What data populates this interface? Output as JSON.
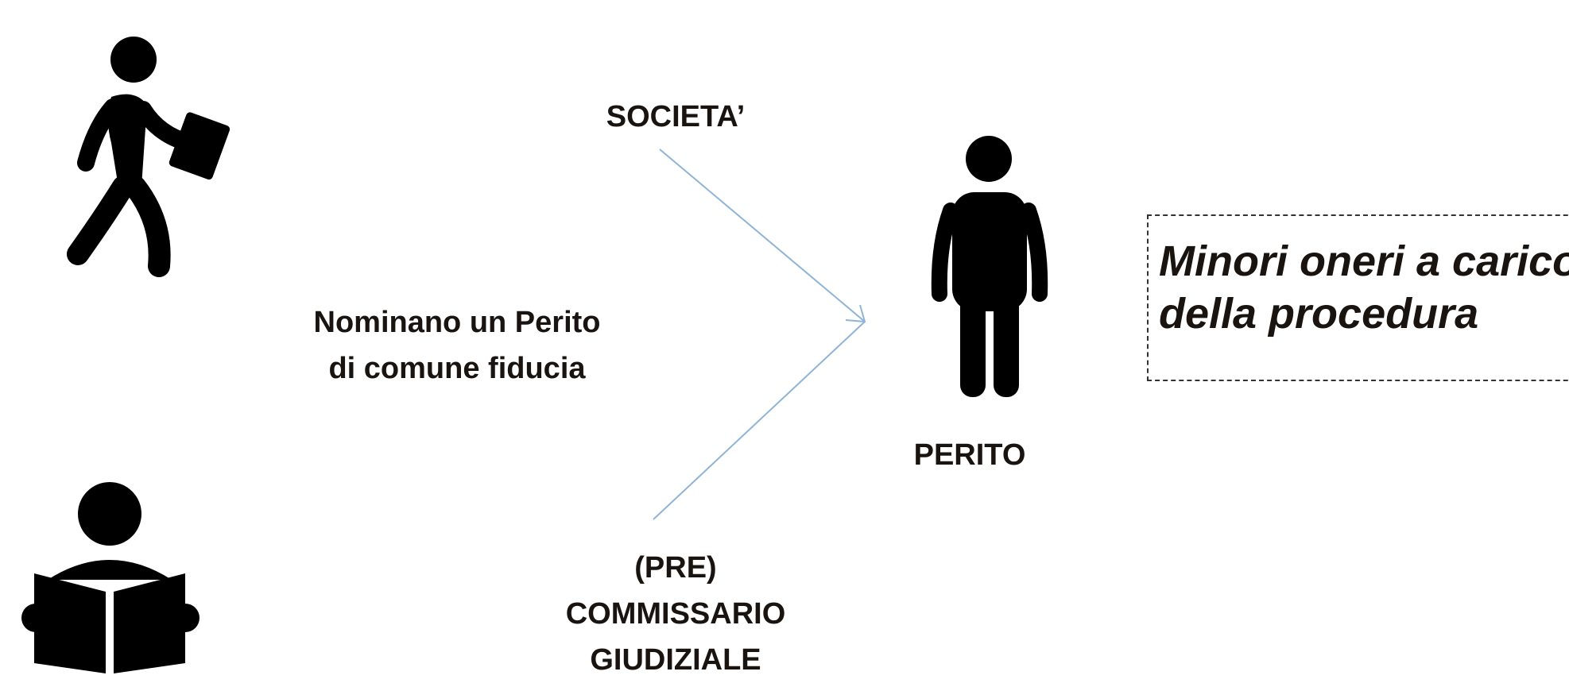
{
  "nodes": {
    "societa": "SOCIETA’",
    "nominano_line1": "Nominano un Perito",
    "nominano_line2": "di comune fiducia",
    "perito": "PERITO",
    "commissario_line1": "(PRE)",
    "commissario_line2": "COMMISSARIO",
    "commissario_line3": "GIUDIZIALE"
  },
  "note": {
    "line1": "Minori oneri a carico",
    "line2": "della procedura"
  },
  "icons": {
    "walking_person": "walking-businessman-icon",
    "reading_person": "reading-person-icon",
    "standing_person": "standing-person-icon"
  },
  "colors": {
    "arrow": "#8fb4d6",
    "text": "#1a1410",
    "icon": "#000000"
  }
}
